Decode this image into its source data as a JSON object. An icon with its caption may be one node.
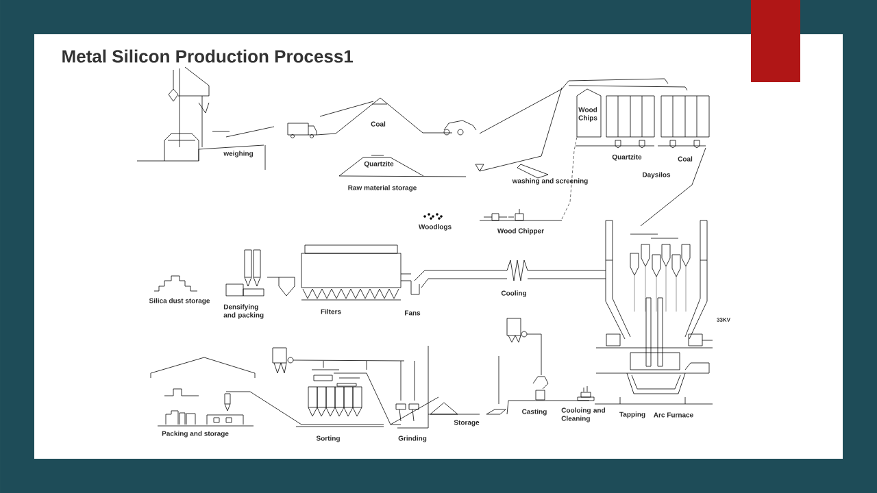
{
  "diagram": {
    "title": "Metal Silicon Production Process1",
    "labels": [
      "weighing",
      "Coal",
      "Quartzite",
      "Raw material storage",
      "Wood Chips",
      "washing and screening",
      "Quartzite",
      "Coal",
      "Daysilos",
      "Woodlogs",
      "Wood Chipper",
      "Silica dust storage",
      "Densifying and packing",
      "Filters",
      "Fans",
      "Cooling",
      "33KV",
      "Packing and storage",
      "Sorting",
      "Grinding",
      "Storage",
      "Casting",
      "Cooloing and Cleaning",
      "Tapping",
      "Arc Furnace"
    ]
  }
}
